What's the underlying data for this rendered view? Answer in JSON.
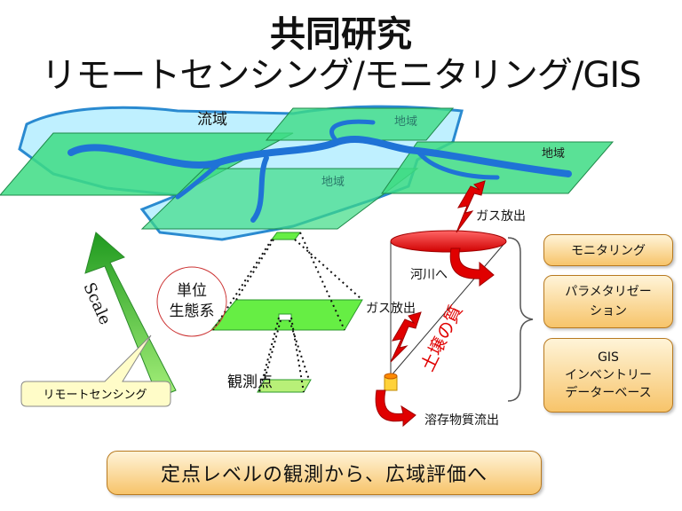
{
  "title": {
    "line1": "共同研究",
    "line2": "リモートセンシング/モニタリング/GIS"
  },
  "labels": {
    "basin": "流域",
    "region": "地域",
    "scale": "Scale",
    "unit_ecosystem": "単位\n生態系",
    "observation_point": "観測点",
    "gas_release": "ガス放出",
    "to_river": "河川へ",
    "soil_quality": "土壌の質",
    "dissolved_outflow": "溶存物質流出",
    "remote_sensing_callout": "リモートセンシング"
  },
  "boxes": {
    "monitoring": "モニタリング",
    "parameterization": "パラメタリゼー\nション",
    "gis": "GIS\nインベントリー\nデーターベース",
    "bottom": "定点レベルの観測から、広域評価へ"
  },
  "colors": {
    "land_green": "#3ddc84",
    "water_light": "#bff0ff",
    "river_blue": "#1f73d6",
    "plane_green": "#66ee44",
    "arrow_green": "#3ec22a",
    "red": "#e00000",
    "box_orange": "#f7c46a"
  }
}
